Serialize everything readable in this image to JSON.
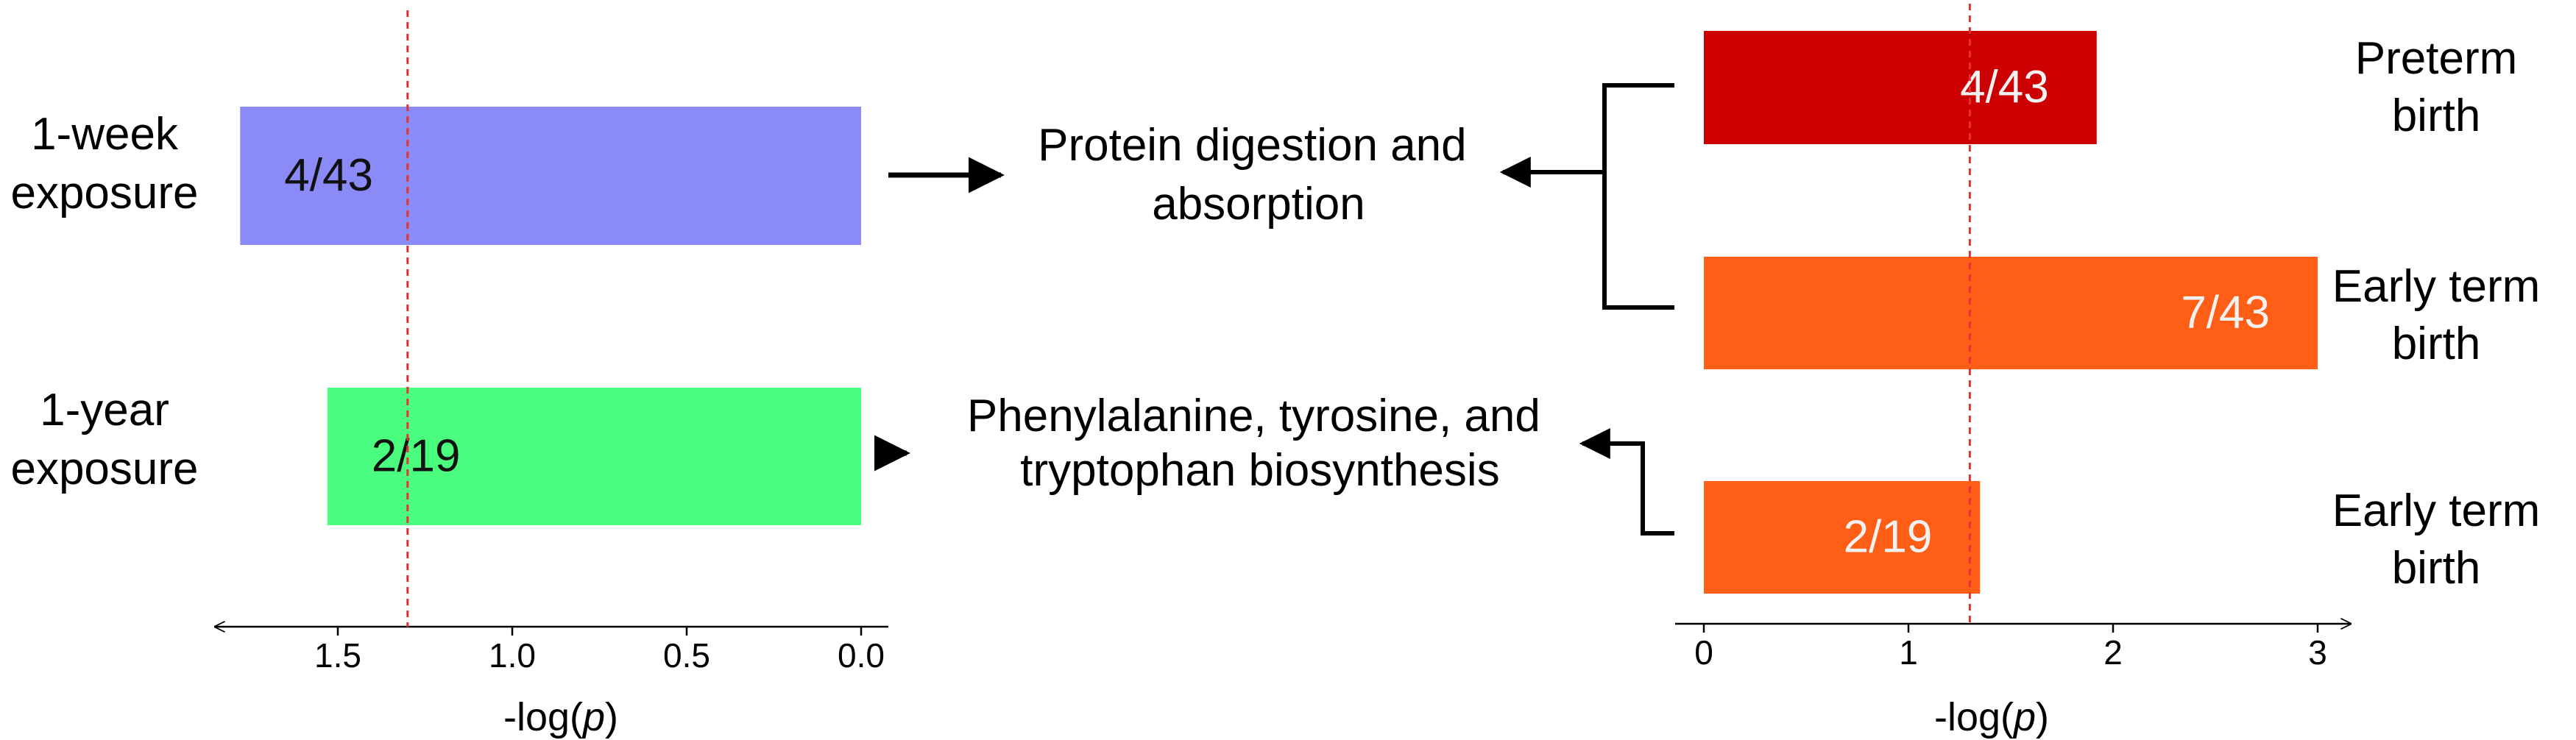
{
  "chart_data": [
    {
      "type": "bar",
      "orientation": "horizontal",
      "x_reversed": true,
      "xlabel": "-log(p)",
      "xlim": [
        0,
        1.9
      ],
      "xticks": [
        "1.5",
        "1.0",
        "0.5",
        "0.0"
      ],
      "threshold": 1.3,
      "categories": [
        "1-week\nexposure",
        "1-year\nexposure"
      ],
      "values": [
        1.78,
        1.53
      ],
      "bar_labels": [
        "4/43",
        "2/19"
      ],
      "colors": [
        "#8a8bf7",
        "#4afd7e"
      ]
    },
    {
      "type": "bar",
      "orientation": "horizontal",
      "xlabel": "-log(p)",
      "xlim": [
        0,
        3.1
      ],
      "xticks": [
        "0",
        "1",
        "2",
        "3"
      ],
      "threshold": 1.3,
      "categories": [
        "Preterm\nbirth",
        "Early term\nbirth",
        "Early term\nbirth"
      ],
      "values": [
        1.92,
        3.0,
        1.35
      ],
      "bar_labels": [
        "4/43",
        "7/43",
        "2/19"
      ],
      "colors": [
        "#cc0000",
        "#ff5e17",
        "#ff5e17"
      ]
    }
  ],
  "pathways": [
    "Protein digestion and\nabsorption",
    "Phenylalanine, tyrosine, and\ntryptophan biosynthesis"
  ]
}
